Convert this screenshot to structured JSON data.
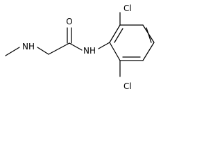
{
  "molecule": {
    "atoms": {
      "n_methyl": "NH",
      "oxygen": "O",
      "n_amide": "NH",
      "cl_top": "Cl",
      "cl_bottom": "Cl"
    }
  }
}
